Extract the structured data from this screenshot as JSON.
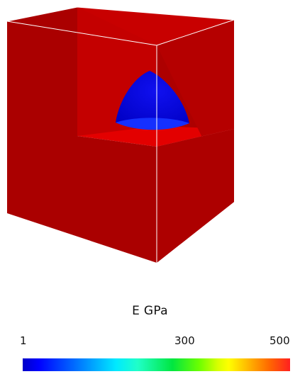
{
  "legend": {
    "title": "E GPa",
    "ticks": [
      "1",
      "300",
      "500"
    ],
    "min": 1,
    "max": 500
  },
  "colormap": {
    "low": "#0000ff",
    "mid": "#00e640",
    "high": "#ff2020"
  },
  "scene": {
    "cube_color": "#cc0000",
    "inclusion_color": "#0000ff",
    "edge_color": "#ffffff"
  }
}
